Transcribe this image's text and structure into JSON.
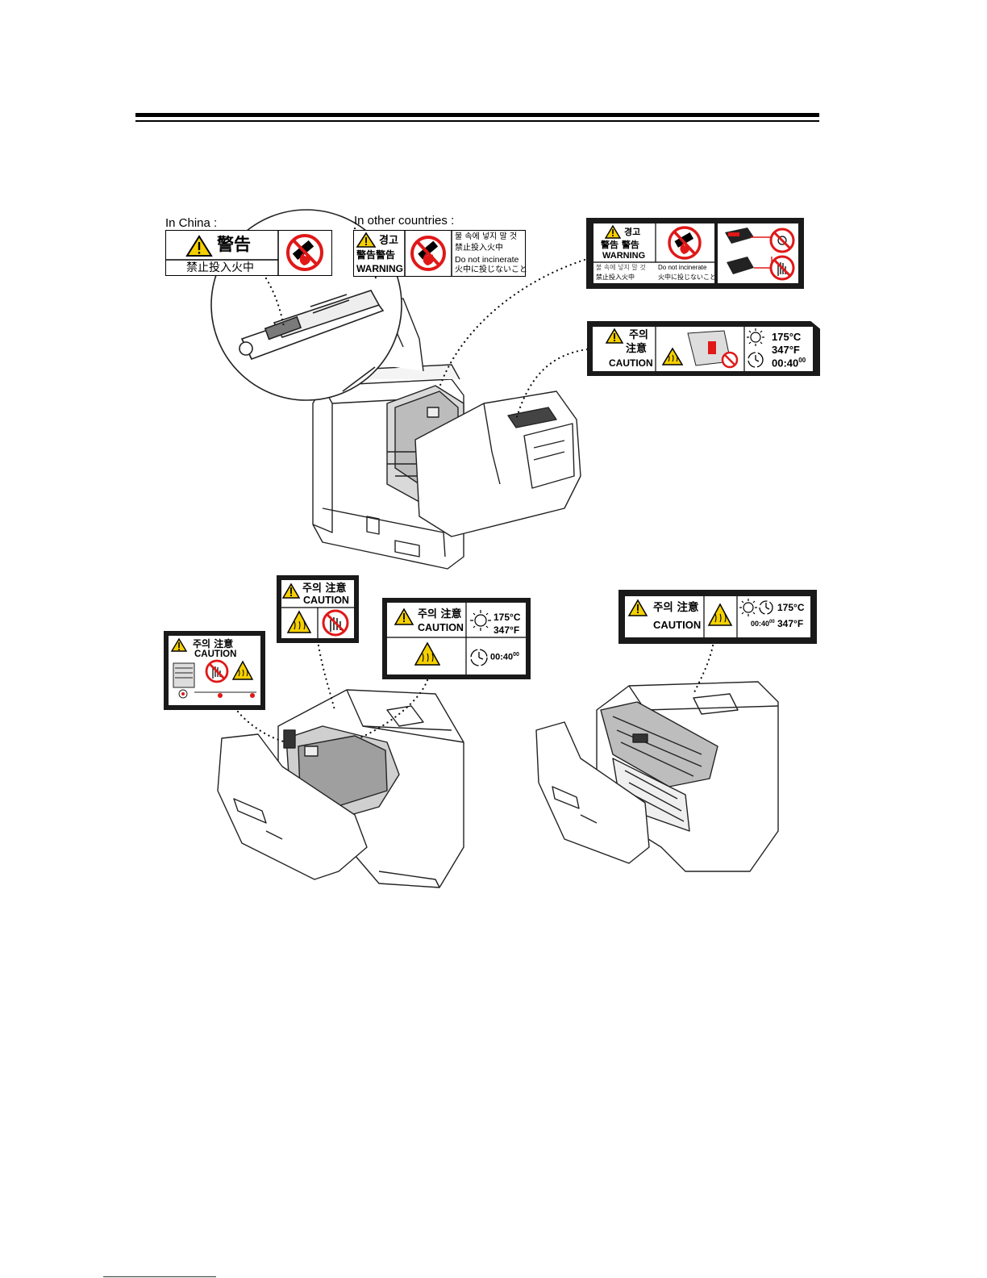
{
  "captions": {
    "china": "In China :",
    "other": "In other countries :"
  },
  "label_china": {
    "warning": "警告",
    "text": "禁止投入火中"
  },
  "label_other": {
    "line_ko": "경고",
    "line_cn": "警告警告",
    "line_en": "WARNING",
    "text_ko": "불 속에 넣지 말 것",
    "text_cn": "禁止投入火中",
    "text_en": "Do not incinerate",
    "text_jp": "火中に投じないこと"
  },
  "label_cartridge": {
    "line_ko": "경고",
    "line_cn": "警告 警告",
    "line_en": "WARNING",
    "text_ko": "불 속에 넣지 말 것",
    "text_en": "Do not incinerate",
    "text_cn": "禁止投入火中",
    "text_jp": "火中に投じないこと"
  },
  "label_fuser_right": {
    "line_ko": "주의",
    "line_cn": "注意",
    "line_en": "CAUTION",
    "temp_c": "175°C",
    "temp_f": "347°F",
    "time": "00:40",
    "time_sup": "00"
  },
  "label_hand": {
    "line_ko": "주의 注意",
    "line_en": "CAUTION"
  },
  "label_lever": {
    "line_ko": "주의 注意",
    "line_en": "CAUTION"
  },
  "label_fuser_mid": {
    "line_ko": "주의 注意",
    "line_en": "CAUTION",
    "temp_c": "175°C",
    "temp_f": "347°F",
    "time": "00:40",
    "time_sup": "00"
  },
  "label_fuser_wide": {
    "line_ko": "주의 注意",
    "line_en": "CAUTION",
    "temp_c": "175°C",
    "temp_f": "347°F",
    "time": "00:40",
    "time_sup": "00"
  },
  "colors": {
    "warning_yellow": "#f5d000",
    "prohibit_red": "#e01818",
    "label_black": "#1a1a1a"
  }
}
